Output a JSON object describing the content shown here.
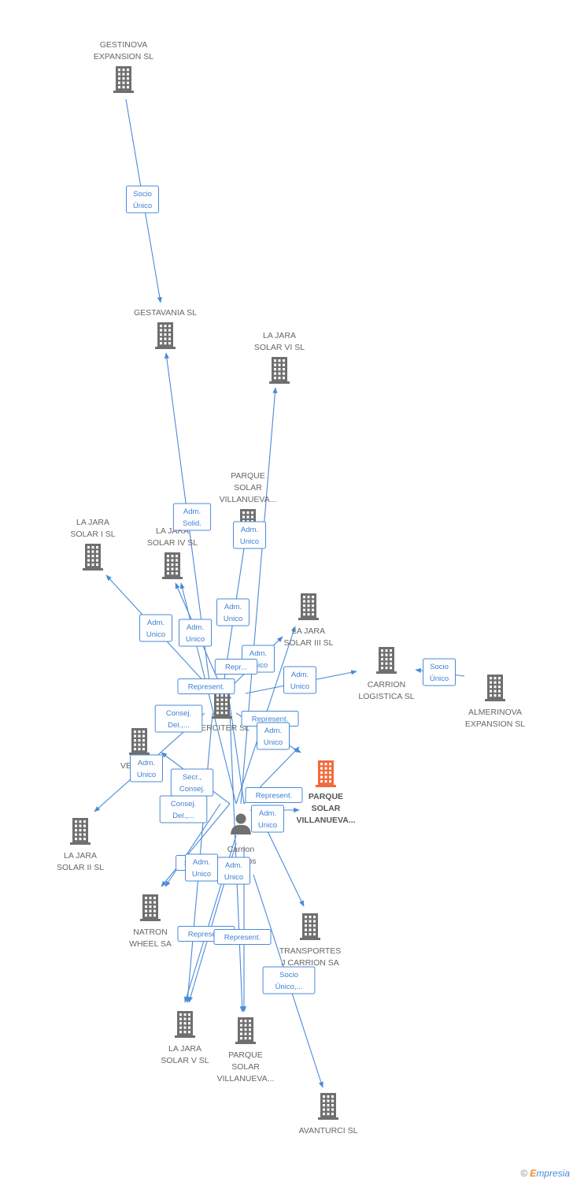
{
  "colors": {
    "edge": "#4a8ad9",
    "building": "#6f6f6f",
    "focus": "#f26b3a",
    "person": "#6f6f6f"
  },
  "nodes": [
    {
      "id": "gestinova",
      "lines": [
        "GESTINOVA",
        "EXPANSION SL"
      ]
    },
    {
      "id": "gestavania",
      "lines": [
        "GESTAVANIA SL"
      ]
    },
    {
      "id": "jara6",
      "lines": [
        "LA JARA",
        "SOLAR VI SL"
      ]
    },
    {
      "id": "pq_top",
      "lines": [
        "PARQUE",
        "SOLAR",
        "VILLANUEVA..."
      ]
    },
    {
      "id": "jara1",
      "lines": [
        "LA JARA",
        "SOLAR I SL"
      ]
    },
    {
      "id": "jara4",
      "lines": [
        "LA JARA",
        "SOLAR IV SL"
      ]
    },
    {
      "id": "jara3",
      "lines": [
        "LA JARA",
        "SOLAR III SL"
      ]
    },
    {
      "id": "carrion_log",
      "lines": [
        "CARRION",
        "LOGISTICA SL"
      ]
    },
    {
      "id": "almerinova",
      "lines": [
        "ALMERINOVA",
        "EXPANSION SL"
      ]
    },
    {
      "id": "erciter",
      "lines": [
        "ERCITER SL"
      ]
    },
    {
      "id": "vein",
      "lines": [
        "VEIN..."
      ]
    },
    {
      "id": "pq_focus",
      "lines": [
        "PARQUE",
        "SOLAR",
        "VILLANUEVA..."
      ]
    },
    {
      "id": "jara2",
      "lines": [
        "LA JARA",
        "SOLAR II SL"
      ]
    },
    {
      "id": "person",
      "lines": [
        "Carrion",
        "Caceros",
        "..."
      ]
    },
    {
      "id": "natron",
      "lines": [
        "NATRON",
        "WHEEL SA"
      ]
    },
    {
      "id": "transportes",
      "lines": [
        "TRANSPORTES",
        "J CARRION SA"
      ]
    },
    {
      "id": "jara5",
      "lines": [
        "LA JARA",
        "SOLAR V SL"
      ]
    },
    {
      "id": "pq_bottom",
      "lines": [
        "PARQUE",
        "SOLAR",
        "VILLANUEVA..."
      ]
    },
    {
      "id": "avanturci",
      "lines": [
        "AVANTURCI SL"
      ]
    }
  ],
  "edges": [
    {
      "from": "gestinova",
      "to": "gestavania",
      "label": [
        "Socio",
        "Único"
      ]
    },
    {
      "from": "erciter",
      "to": "gestavania",
      "label": [
        "Adm.",
        "Solid."
      ]
    },
    {
      "from": "person",
      "to": "jara6",
      "label": [
        "Adm.",
        "Unico"
      ]
    },
    {
      "from": "erciter",
      "to": "pq_top",
      "label": [
        "Adm.",
        "Unico"
      ]
    },
    {
      "from": "erciter",
      "to": "jara1",
      "label": [
        "Adm.",
        "Unico"
      ]
    },
    {
      "from": "erciter",
      "to": "jara4",
      "label": [
        "Adm.",
        "Unico"
      ]
    },
    {
      "from": "person",
      "to": "jara4",
      "label": [
        "Adm.",
        "Unico"
      ]
    },
    {
      "from": "erciter",
      "to": "jara3",
      "label": [
        "Adm.",
        "Unico"
      ]
    },
    {
      "from": "person",
      "to": "jara3",
      "label": [
        "Repr..."
      ]
    },
    {
      "from": "person",
      "to": "erciter",
      "label": [
        "Represent."
      ]
    },
    {
      "from": "erciter",
      "to": "carrion_log",
      "label": [
        "Adm.",
        "Unico"
      ]
    },
    {
      "from": "almerinova",
      "to": "carrion_log",
      "label": [
        "Socio",
        "Único"
      ]
    },
    {
      "from": "person",
      "to": "vein",
      "label": [
        "Consej.",
        "Del.,..."
      ]
    },
    {
      "from": "erciter",
      "to": "pq_focus",
      "label": [
        "Represent."
      ]
    },
    {
      "from": "person",
      "to": "pq_focus",
      "label": [
        "Adm.",
        "Unico"
      ]
    },
    {
      "from": "erciter",
      "to": "jara2",
      "label": [
        "Adm.",
        "Unico"
      ]
    },
    {
      "from": "person",
      "to": "natron",
      "label": [
        "Secr.,",
        "Consej."
      ]
    },
    {
      "from": "person",
      "to": "natron",
      "label": [
        "Consej.",
        "Del.,..."
      ]
    },
    {
      "from": "erciter",
      "to": "transportes",
      "label": [
        "Represent."
      ]
    },
    {
      "from": "person",
      "to": "transportes",
      "label": [
        "Adm.",
        "Unico"
      ]
    },
    {
      "from": "person",
      "to": "jara5",
      "label": [
        "S..."
      ]
    },
    {
      "from": "erciter",
      "to": "jara5",
      "label": [
        "Adm.",
        "Unico"
      ]
    },
    {
      "from": "person",
      "to": "jara5",
      "label": [
        "Represent."
      ]
    },
    {
      "from": "erciter",
      "to": "pq_bottom",
      "label": [
        "Adm.",
        "Unico"
      ]
    },
    {
      "from": "person",
      "to": "pq_bottom",
      "label": [
        "Represent."
      ]
    },
    {
      "from": "person",
      "to": "avanturci",
      "label": [
        "Socio",
        "Único,..."
      ]
    }
  ],
  "brand": {
    "copyright": "©",
    "name_first": "E",
    "name_rest": "mpresia"
  }
}
